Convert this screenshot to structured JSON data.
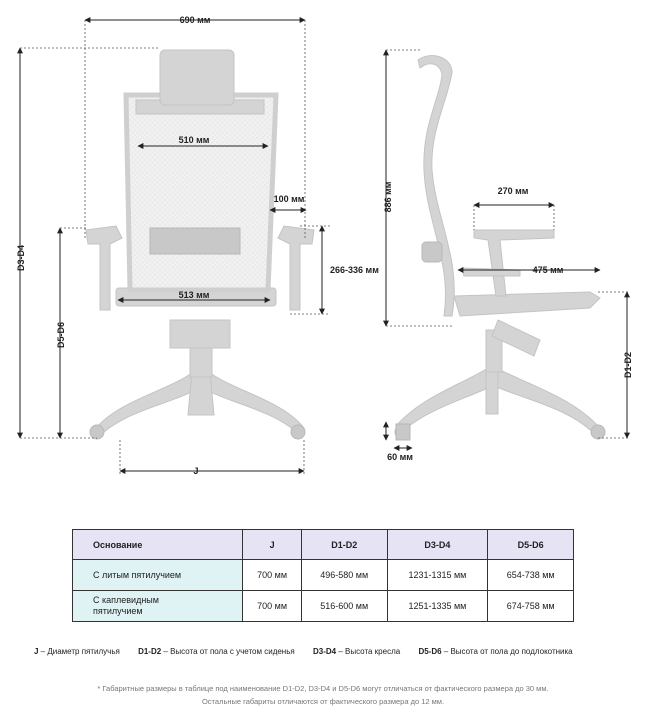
{
  "dimensions": {
    "width_690": "690 мм",
    "backrest_510": "510 мм",
    "armrest_100": "100 мм",
    "armrest_height": "266-336 мм",
    "seat_513": "513 мм",
    "total_886": "886 мм",
    "armrest_270": "270 мм",
    "seat_depth_475": "475 мм",
    "caster_60": "60 мм",
    "base_j": "J",
    "label_d3d4": "D3-D4",
    "label_d5d6": "D5-D6",
    "label_d1d2": "D1-D2"
  },
  "table": {
    "headers": [
      "Основание",
      "J",
      "D1-D2",
      "D3-D4",
      "D5-D6"
    ],
    "rows": [
      {
        "base_line1": "С литым пятилучием",
        "base_line2": "",
        "j": "700 мм",
        "d1d2": "496-580 мм",
        "d3d4": "1231-1315 мм",
        "d5d6": "654-738 мм"
      },
      {
        "base_line1": "С каплевидным",
        "base_line2": "пятилучием",
        "j": "700 мм",
        "d1d2": "516-600 мм",
        "d3d4": "1251-1335 мм",
        "d5d6": "674-758 мм"
      }
    ]
  },
  "legend": [
    {
      "key": "J",
      "text": " – Диаметр пятилучья"
    },
    {
      "key": "D1-D2",
      "text": " – Высота от пола с учетом сиденья"
    },
    {
      "key": "D3-D4",
      "text": " – Высота кресла"
    },
    {
      "key": "D5-D6",
      "text": " – Высота от пола до подлокотника"
    }
  ],
  "notes": {
    "line1": "* Габаритные размеры в таблице под наименование D1-D2, D3-D4 и D5-D6 могут отличаться от фактического размера до 30 мм.",
    "line2": "Остальные габариты отличаются от фактического размера до 12 мм."
  }
}
